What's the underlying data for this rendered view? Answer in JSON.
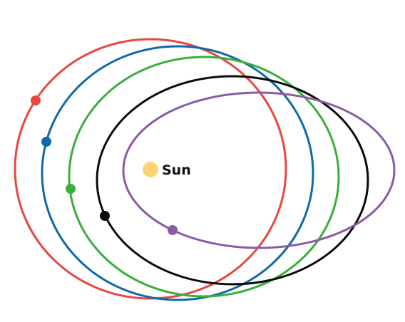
{
  "sun": {
    "label": "Sun",
    "color": "#fcd570"
  },
  "orbits": [
    {
      "name": "orbit-red",
      "color": "#e8463f"
    },
    {
      "name": "orbit-blue",
      "color": "#0f6aa6"
    },
    {
      "name": "orbit-green",
      "color": "#3aae3a"
    },
    {
      "name": "orbit-black",
      "color": "#0b0b0b"
    },
    {
      "name": "orbit-purple",
      "color": "#8b5aa6"
    }
  ]
}
